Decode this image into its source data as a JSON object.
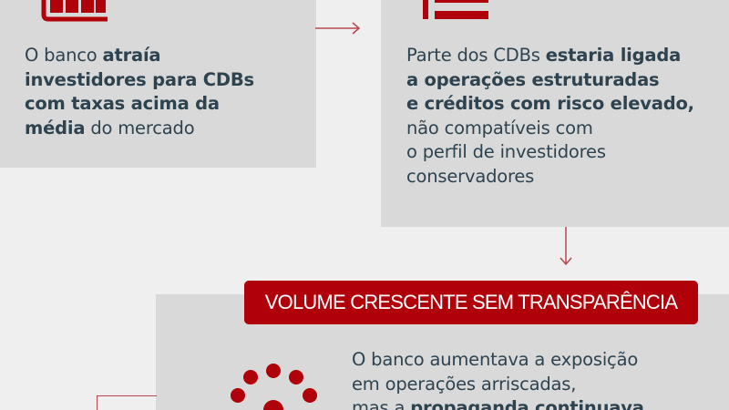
{
  "colors": {
    "background": "#efefef",
    "card": "#d9d9d9",
    "accent": "#b00009",
    "text": "#2e4350",
    "arrow": "#b5484e"
  },
  "step1": {
    "icon": "bar-chart-icon",
    "lines": [
      [
        {
          "t": "O banco ",
          "b": false
        },
        {
          "t": "atraía",
          "b": true
        }
      ],
      [
        {
          "t": "investidores para CDBs",
          "b": true
        }
      ],
      [
        {
          "t": "com taxas acima da",
          "b": true
        }
      ],
      [
        {
          "t": "média",
          "b": true
        },
        {
          "t": " do mercado",
          "b": false
        }
      ]
    ]
  },
  "step2": {
    "icon": "list-icon",
    "lines": [
      [
        {
          "t": "Parte dos CDBs ",
          "b": false
        },
        {
          "t": "estaria ligada",
          "b": true
        }
      ],
      [
        {
          "t": "a operações estruturadas",
          "b": true
        }
      ],
      [
        {
          "t": "e créditos com risco elevado,",
          "b": true
        }
      ],
      [
        {
          "t": "não compatíveis com",
          "b": false
        }
      ],
      [
        {
          "t": "o perfil de investidores",
          "b": false
        }
      ],
      [
        {
          "t": "conservadores",
          "b": false
        }
      ]
    ]
  },
  "step3": {
    "label": "VOLUME CRESCENTE SEM TRANSPARÊNCIA",
    "icon": "loading-dots-icon",
    "lines": [
      [
        {
          "t": "O banco aumentava a exposição",
          "b": false
        }
      ],
      [
        {
          "t": "em operações arriscadas,",
          "b": false
        }
      ],
      [
        {
          "t": "mas a ",
          "b": false
        },
        {
          "t": "propaganda continuava",
          "b": true
        }
      ]
    ]
  },
  "arrows": [
    {
      "name": "arrow-right-step1-to-step2",
      "direction": "right"
    },
    {
      "name": "arrow-down-step2-to-step3",
      "direction": "down"
    }
  ]
}
